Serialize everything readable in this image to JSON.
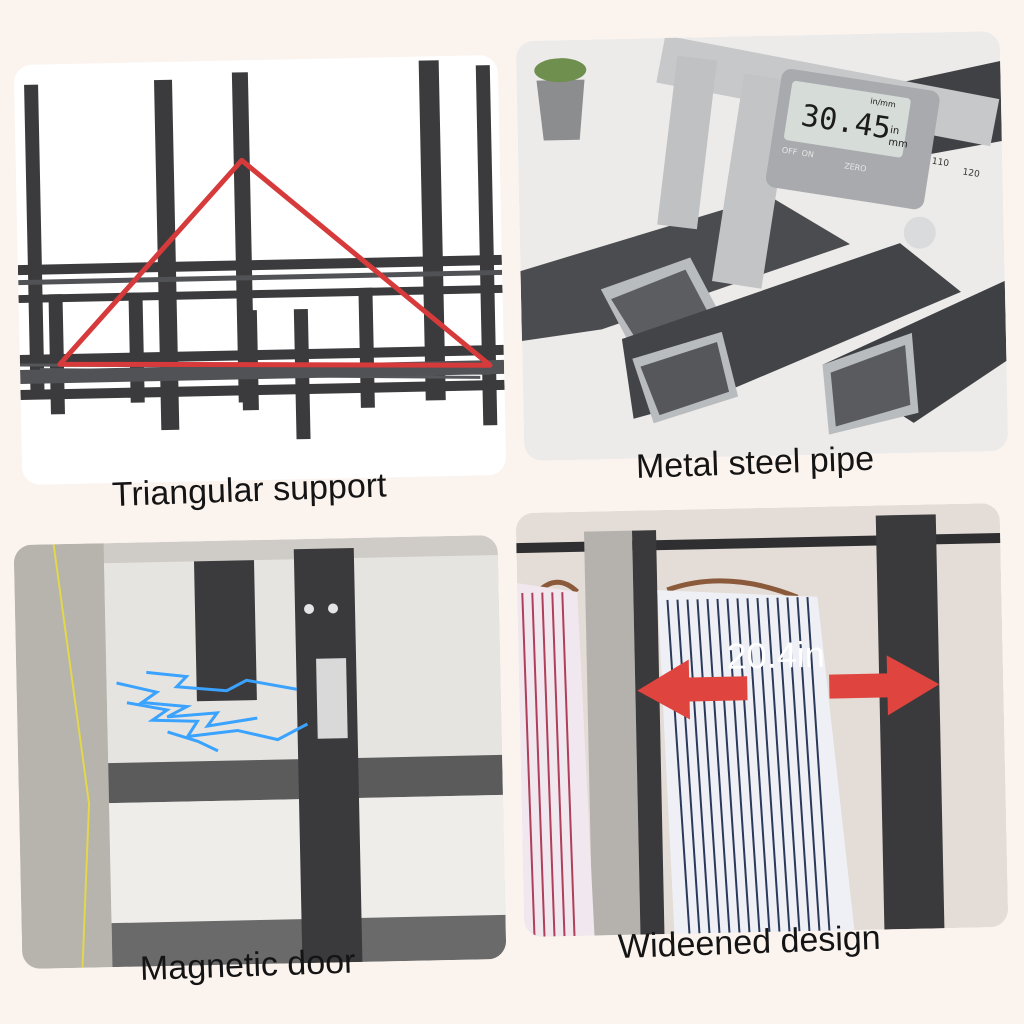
{
  "panels": {
    "triangular": {
      "caption": "Triangular support",
      "icon": "shelf-frame-illustration"
    },
    "steel": {
      "caption": "Metal steel pipe",
      "caliper": {
        "reading": "30.45",
        "unit_mm": "mm",
        "unit_in": "in",
        "mode_label": "in/mm",
        "off_label": "OFF",
        "on_label": "ON",
        "zero_label": "ZERO",
        "scale_110": "110",
        "scale_120": "120"
      }
    },
    "magnetic": {
      "caption": "Magnetic door",
      "icon": "lightning-icon"
    },
    "width": {
      "caption": "Wideened design",
      "dimension": "20.4in"
    }
  },
  "colors": {
    "background": "#fbf3ee",
    "frame": "#3b3b3d",
    "triangle": "#d63a3a",
    "arrow": "#e0443e",
    "lightning": "#3aa2ff"
  }
}
